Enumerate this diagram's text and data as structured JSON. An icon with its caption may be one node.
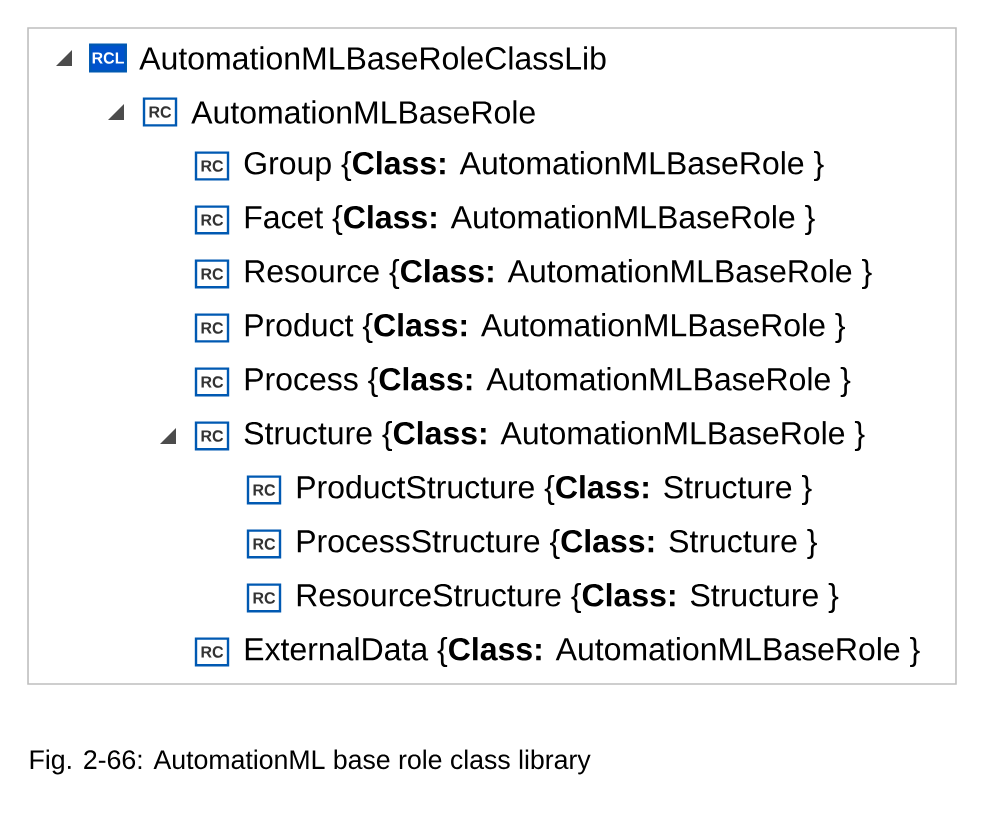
{
  "diagram": {
    "caption": "Fig. 2-66: AutomationML base role class library",
    "nodes": [
      {
        "text": [
          "RCL",
          "AutomationMLBaseRoleClassLib"
        ]
      },
      {
        "text": [
          "RC",
          "AutomationMLBaseRole"
        ]
      },
      {
        "text": [
          "RC",
          "Group {**Class:**  AutomationMLBaseRole }"
        ]
      },
      {
        "text": [
          "RC",
          "Facet {**Class:**  AutomationMLBaseRole }"
        ]
      },
      {
        "text": [
          "RC",
          "Resource {**Class:**  AutomationMLBaseRole }"
        ]
      },
      {
        "text": [
          "RC",
          "Product {**Class:**  AutomationMLBaseRole }"
        ]
      },
      {
        "text": [
          "RC",
          "Process {**Class:**  AutomationMLBaseRole }"
        ]
      },
      {
        "text": [
          "RC",
          "Structure {**Class:**  AutomationMLBaseRole }"
        ]
      },
      {
        "text": [
          "RC",
          "ProductStructure {**Class:**  Structure }"
        ]
      },
      {
        "text": [
          "RC",
          "ProcessStructure {**Class:**  Structure }"
        ]
      },
      {
        "text": [
          "RC",
          "ResourceStructure {**Class:**  Structure }"
        ]
      },
      {
        "text": [
          "RC",
          "ExternalData {**Class:**  AutomationMLBaseRole }"
        ]
      }
    ]
  }
}
